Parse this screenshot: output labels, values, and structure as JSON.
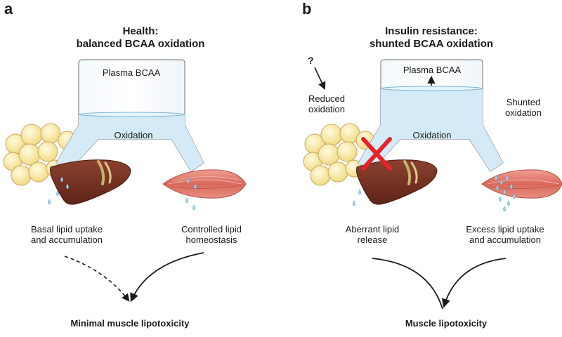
{
  "panel_a": {
    "letter": "a",
    "title": "Health:\nbalanced BCAA oxidation",
    "vessel_label": "Plasma BCAA",
    "oxidation_label": "Oxidation",
    "left_outcome": "Basal lipid uptake\nand accumulation",
    "right_outcome": "Controlled lipid\nhomeostasis",
    "final": "Minimal muscle lipotoxicity"
  },
  "panel_b": {
    "letter": "b",
    "title": "Insulin resistance:\nshunted BCAA oxidation",
    "vessel_label": "Plasma BCAA",
    "oxidation_label": "Oxidation",
    "question_mark": "?",
    "reduced_label": "Reduced\noxidation",
    "shunted_label": "Shunted\noxidation",
    "left_outcome": "Aberrant lipid\nrelease",
    "right_outcome": "Excess lipid uptake\nand accumulation",
    "final": "Muscle lipotoxicity"
  },
  "colors": {
    "fluid": "#d4ebf7",
    "fluid_line": "#7ab6d8",
    "glass": "#8a8a8a",
    "adipose": "#f5e39a",
    "adipose_edge": "#c9a85a",
    "liver": "#7a3525",
    "gallbladder": "#c6b26a",
    "muscle": "#e07a6c",
    "droplet": "#a9d4ee",
    "block_x": "#e8222a"
  }
}
